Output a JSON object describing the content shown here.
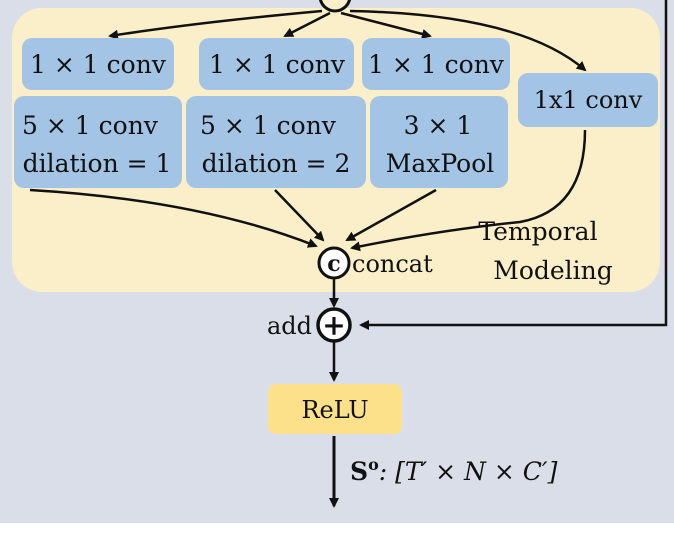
{
  "diagram": {
    "boxes": {
      "conv1x1_a": "1 × 1 conv",
      "conv1x1_b": "1 × 1 conv",
      "conv1x1_c": "1 × 1 conv",
      "conv1x1_d": "1x1 conv",
      "dil1_line1": "5 × 1 conv",
      "dil1_line2": "dilation = 1",
      "dil2_line1": "5 × 1 conv",
      "dil2_line2": "dilation = 2",
      "pool_line1": "3 × 1",
      "pool_line2": "MaxPool",
      "relu": "ReLU"
    },
    "labels": {
      "concat_symbol": "c",
      "concat": "concat",
      "add": "add",
      "add_symbol": "+",
      "region_line1": "Temporal",
      "region_line2": "Modeling"
    },
    "output": {
      "symbol": "S",
      "superscript": "o",
      "shape": ": [T′ × N × C′]"
    }
  }
}
